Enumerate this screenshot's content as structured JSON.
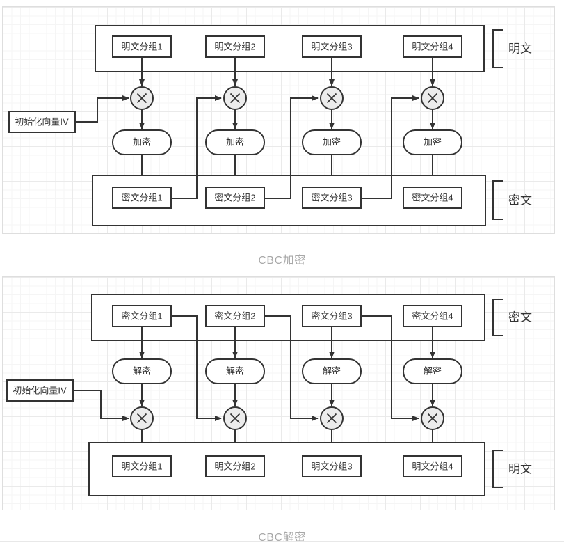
{
  "captions": {
    "encryption": "CBC加密",
    "decryption": "CBC解密"
  },
  "encryption": {
    "plaintext_blocks": [
      "明文分组1",
      "明文分组2",
      "明文分组3",
      "明文分组4"
    ],
    "op_label": "加密",
    "ciphertext_blocks": [
      "密文分组1",
      "密文分组2",
      "密文分组3",
      "密文分组4"
    ],
    "iv_label": "初始化向量IV",
    "plaintext_bracket": "明文",
    "ciphertext_bracket": "密文"
  },
  "decryption": {
    "ciphertext_blocks": [
      "密文分组1",
      "密文分组2",
      "密文分组3",
      "密文分组4"
    ],
    "op_label": "解密",
    "plaintext_blocks": [
      "明文分组1",
      "明文分组2",
      "明文分组3",
      "明文分组4"
    ],
    "iv_label": "初始化向量IV",
    "ciphertext_bracket": "密文",
    "plaintext_bracket": "明文"
  },
  "icons": {
    "xor": "×",
    "arrow": "▶"
  },
  "colors": {
    "stroke": "#333333",
    "xor_fill": "#ececec",
    "caption": "#a8a8a8",
    "grid_minor": "#f5f5f5",
    "grid_major": "#eaeaea"
  }
}
